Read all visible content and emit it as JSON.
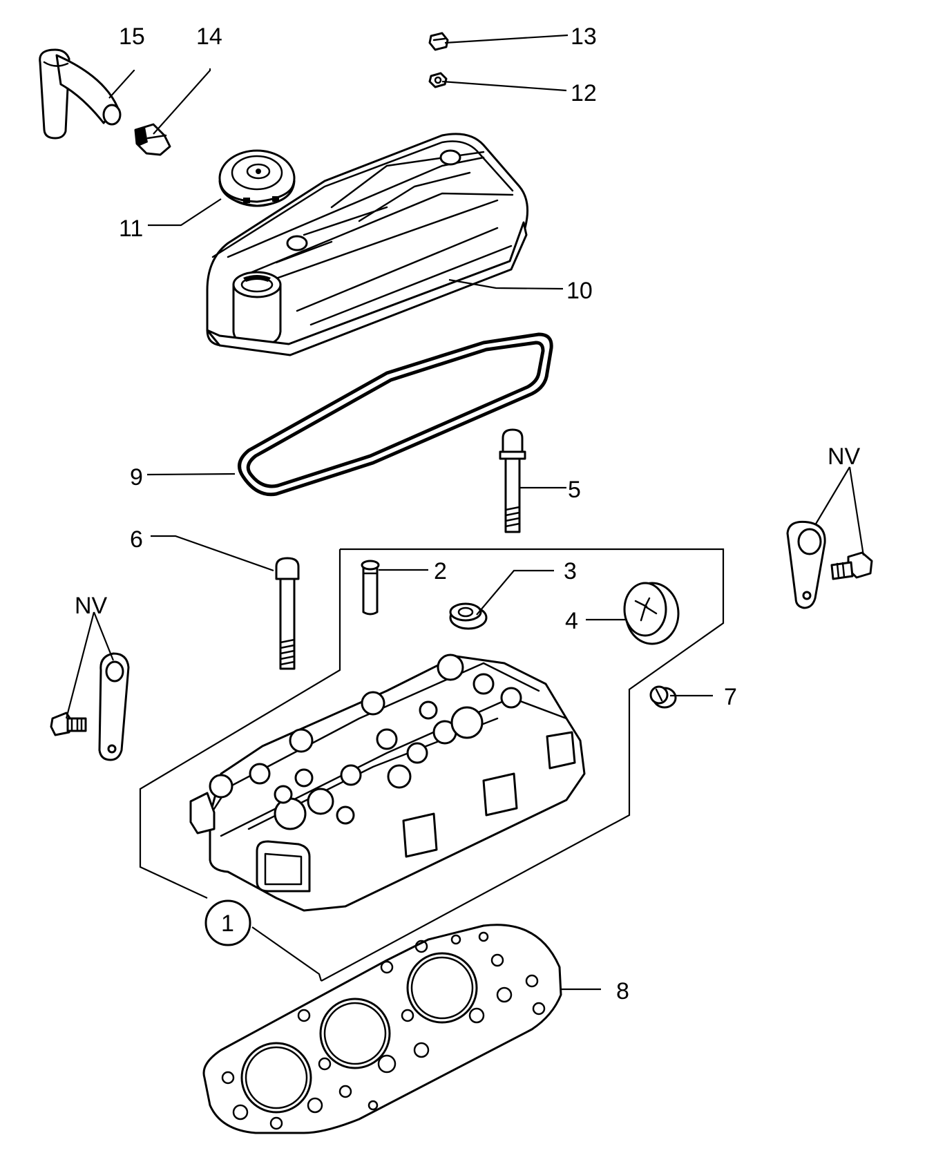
{
  "callouts": {
    "c1": "1",
    "c2": "2",
    "c3": "3",
    "c4": "4",
    "c5": "5",
    "c6": "6",
    "c7": "7",
    "c8": "8",
    "c9": "9",
    "c10": "10",
    "c11": "11",
    "c12": "12",
    "c13": "13",
    "c14": "14",
    "c15": "15",
    "nv_left": "NV",
    "nv_right": "NV"
  },
  "colors": {
    "line": "#000000",
    "background": "#ffffff"
  }
}
